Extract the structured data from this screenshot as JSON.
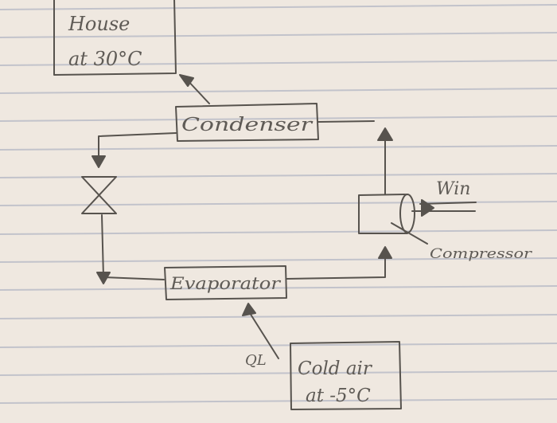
{
  "diagram": {
    "house_box": {
      "line1": "House",
      "line2": "at 30°C"
    },
    "condenser_label": "Condenser",
    "evaporator_label": "Evaporator",
    "win_label": "Win",
    "compressor_label": "Compressor",
    "ql_label": "QL",
    "cold_box": {
      "line1": "Cold air",
      "line2": "at -5°C"
    },
    "colors": {
      "paper": "#efe8e0",
      "rule_line": "#b4b7c4",
      "ink": "#57534e"
    }
  }
}
